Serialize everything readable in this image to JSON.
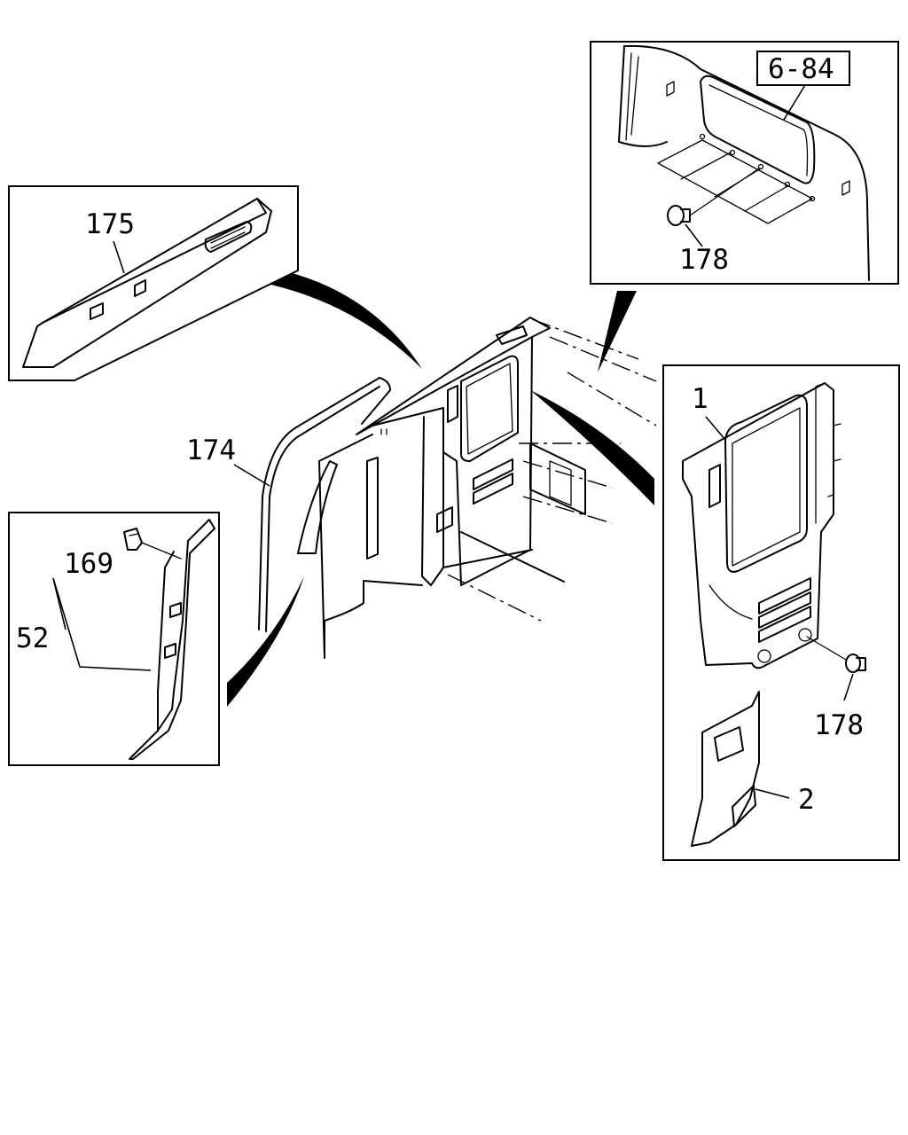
{
  "labels": {
    "ref_6_84": "6-84",
    "part_178_top": "178",
    "part_175": "175",
    "part_174": "174",
    "part_169": "169",
    "part_52": "52",
    "part_1": "1",
    "part_178_right": "178",
    "part_2": "2"
  }
}
